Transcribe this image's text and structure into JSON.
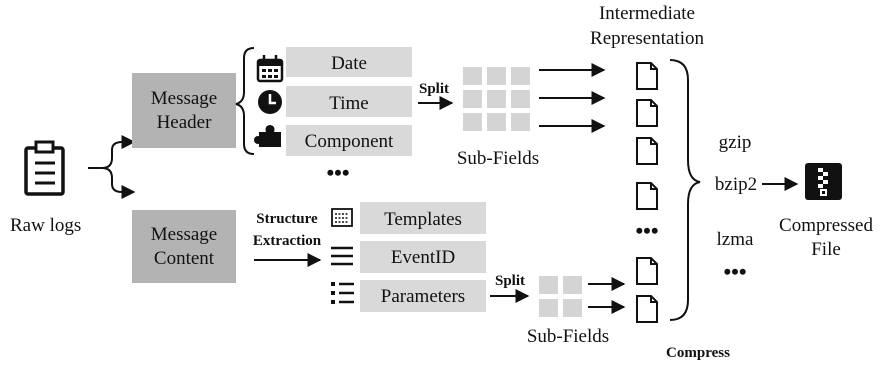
{
  "source": {
    "label": "Raw logs",
    "icon": "clipboard-log-icon"
  },
  "message_header": {
    "label_line1": "Message",
    "label_line2": "Header",
    "fields": [
      {
        "label": "Date",
        "icon": "calendar-icon"
      },
      {
        "label": "Time",
        "icon": "clock-icon"
      },
      {
        "label": "Component",
        "icon": "puzzle-icon"
      }
    ],
    "more": "•••"
  },
  "message_content": {
    "label_line1": "Message",
    "label_line2": "Content",
    "extraction_line1": "Structure",
    "extraction_line2": "Extraction",
    "fields": [
      {
        "label": "Templates",
        "icon": "template-icon"
      },
      {
        "label": "EventID",
        "icon": "lines-icon"
      },
      {
        "label": "Parameters",
        "icon": "list-icon"
      }
    ]
  },
  "split_top": "Split",
  "split_bottom": "Split",
  "subfields_top": "Sub-Fields",
  "subfields_bottom": "Sub-Fields",
  "intermediate_line1": "Intermediate",
  "intermediate_line2": "Representation",
  "intermediate_more": "•••",
  "compressors": [
    "gzip",
    "bzip2",
    "lzma"
  ],
  "compressors_more": "•••",
  "compress_label": "Compress",
  "output_line1": "Compressed",
  "output_line2": "File",
  "output_icon": "zip-file-icon"
}
